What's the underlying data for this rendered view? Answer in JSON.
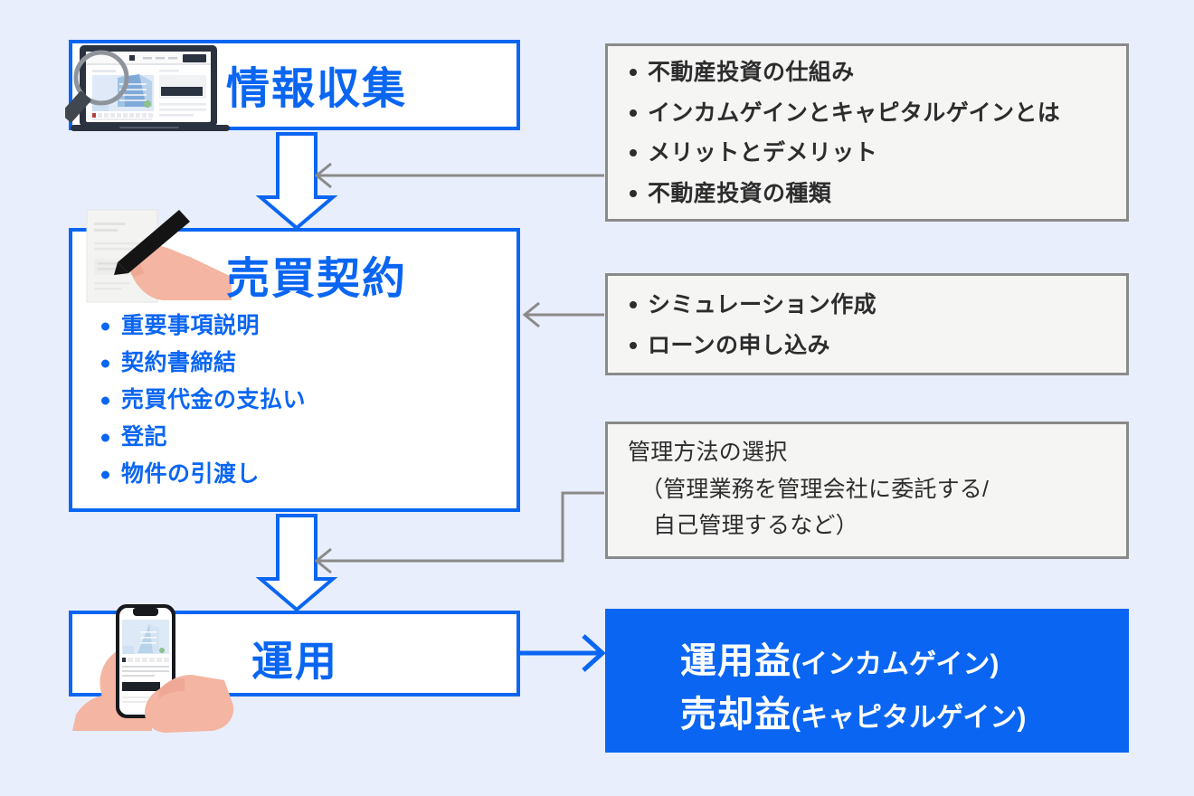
{
  "theme": {
    "background": "#e9eefc",
    "accent_blue": "#0a66f2",
    "note_border": "#8a8a8a",
    "note_fill": "#f5f5f4",
    "note_text": "#2d2d2d"
  },
  "steps": [
    {
      "id": "information-gathering",
      "title": "情報収集",
      "icon": "laptop-search-icon",
      "items": []
    },
    {
      "id": "purchase-contract",
      "title": "売買契約",
      "icon": "hand-signing-document-icon",
      "items": [
        "重要事項説明",
        "契約書締結",
        "売買代金の支払い",
        "登記",
        "物件の引渡し"
      ]
    },
    {
      "id": "operation",
      "title": "運用",
      "icon": "smartphone-in-hands-icon",
      "items": []
    }
  ],
  "notes": [
    {
      "id": "note-research-topics",
      "type": "bullets",
      "items": [
        "不動産投資の仕組み",
        "インカムゲインとキャピタルゲインとは",
        "メリットとデメリット",
        "不動産投資の種類"
      ]
    },
    {
      "id": "note-loan-simulation",
      "type": "bullets",
      "items": [
        "シミュレーション作成",
        "ローンの申し込み"
      ]
    },
    {
      "id": "note-management-method",
      "type": "plain",
      "lines": [
        "管理方法の選択",
        "（管理業務を管理会社に委託する/",
        "自己管理するなど）"
      ]
    }
  ],
  "result": {
    "id": "result-gains",
    "lines": [
      {
        "main": "運用益",
        "paren": "(インカムゲイン)"
      },
      {
        "main": "売却益",
        "paren": "(キャピタルゲイン)"
      }
    ]
  },
  "connectors": [
    {
      "id": "arrow-down-info-to-contract",
      "kind": "block-arrow-down"
    },
    {
      "id": "arrow-down-contract-to-operation",
      "kind": "block-arrow-down"
    },
    {
      "id": "arrow-note-research-to-flow",
      "kind": "gray-arrow-left"
    },
    {
      "id": "arrow-note-loan-to-contract",
      "kind": "gray-arrow-left"
    },
    {
      "id": "arrow-note-management-to-flow",
      "kind": "gray-elbow-arrow-left"
    },
    {
      "id": "arrow-operation-to-result",
      "kind": "blue-arrow-right"
    }
  ]
}
